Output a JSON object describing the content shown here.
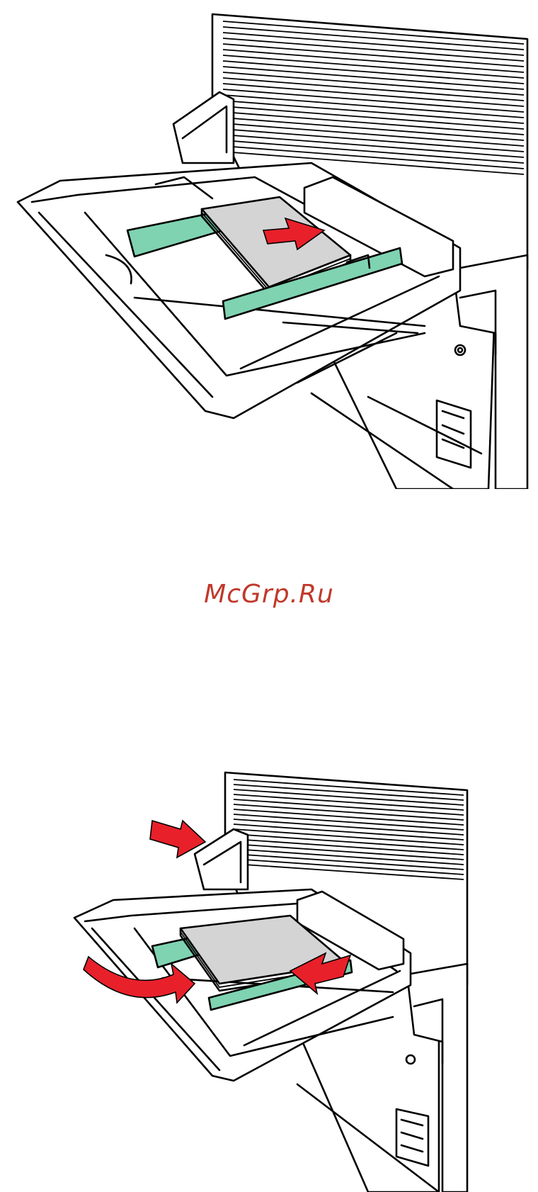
{
  "watermark": {
    "text": "McGrp.Ru"
  },
  "colors": {
    "guide": "#7fd3b1",
    "arrow": "#e8202a",
    "paper": "#d4d4d4",
    "line": "#000000"
  },
  "figures": [
    {
      "id": "load-paper-step",
      "icons": [
        "printer-body",
        "multipurpose-tray",
        "paper-stack",
        "paper-guide",
        "insert-arrow-icon"
      ]
    },
    {
      "id": "adjust-guides-step",
      "icons": [
        "printer-body",
        "multipurpose-tray",
        "paper-stack",
        "paper-guide",
        "guide-press-arrow-icon",
        "rotate-arrow-icon"
      ]
    }
  ]
}
